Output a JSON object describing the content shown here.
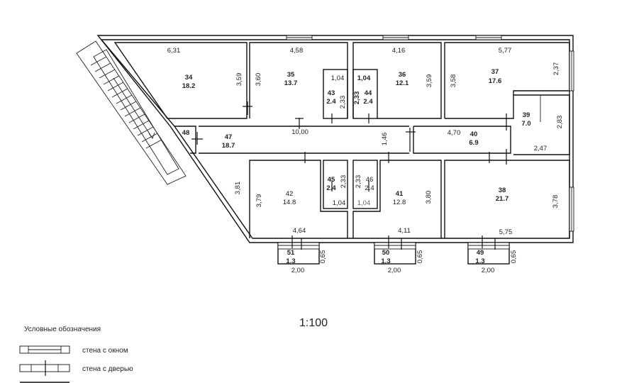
{
  "scale": "1:100",
  "legend": {
    "title": "Условные обозначения",
    "items": [
      {
        "label": "стена с окном"
      },
      {
        "label": "стена с дверью"
      }
    ]
  },
  "rooms": [
    {
      "id": "34",
      "number": "34",
      "area": "18.2"
    },
    {
      "id": "35",
      "number": "35",
      "area": "13.7"
    },
    {
      "id": "36",
      "number": "36",
      "area": "12.1"
    },
    {
      "id": "37",
      "number": "37",
      "area": "17.6"
    },
    {
      "id": "38",
      "number": "38",
      "area": "21.7"
    },
    {
      "id": "39",
      "number": "39",
      "area": "7.0"
    },
    {
      "id": "40",
      "number": "40",
      "area": "6.9"
    },
    {
      "id": "41",
      "number": "41",
      "area": "12.8"
    },
    {
      "id": "42",
      "number": "42",
      "area": "14.8"
    },
    {
      "id": "43",
      "number": "43",
      "area": "2.4"
    },
    {
      "id": "44",
      "number": "44",
      "area": "2.4"
    },
    {
      "id": "45",
      "number": "45",
      "area": "2.4"
    },
    {
      "id": "46",
      "number": "46",
      "area": "2.4"
    },
    {
      "id": "47",
      "number": "47",
      "area": "18.7"
    },
    {
      "id": "48",
      "number": "48",
      "area": ""
    },
    {
      "id": "49",
      "number": "49",
      "area": "1.3"
    },
    {
      "id": "50",
      "number": "50",
      "area": "1.3"
    },
    {
      "id": "51",
      "number": "51",
      "area": "1.3"
    }
  ],
  "dimensions": [
    "6,31",
    "3,59",
    "4,58",
    "3,60",
    "1,04",
    "2,33",
    "1,04",
    "2,33",
    "4,16",
    "3,59",
    "5,77",
    "3,58",
    "2,37",
    "2,83",
    "2,47",
    "10,00",
    "1,46",
    "4,70",
    "3,81",
    "2,33",
    "2,33",
    "3,79",
    "1,04",
    "1,04",
    "3,80",
    "3,78",
    "4,64",
    "4,11",
    "5,75",
    "0,65",
    "0,65",
    "0,65",
    "2,00",
    "2,00",
    "2,00"
  ]
}
